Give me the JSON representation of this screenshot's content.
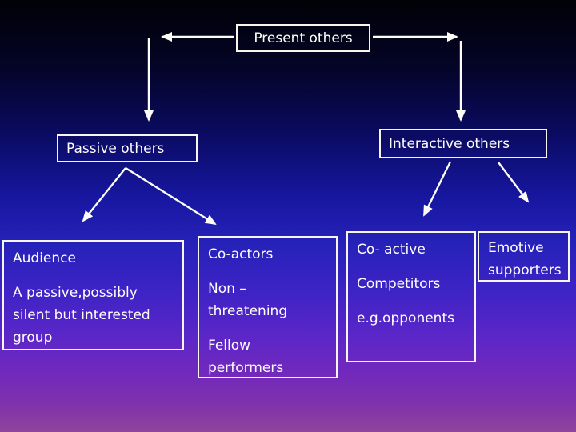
{
  "colors": {
    "background_top": "#010106",
    "background_mid_blue": "#16169e",
    "background_violet": "#5c26c8",
    "background_bottom": "#8f459b",
    "box_border": "#f8f5e9",
    "text": "#fffefa",
    "arrow": "#fdfdf6"
  },
  "diagram": {
    "root": {
      "label": "Present others"
    },
    "branch_left": {
      "label": "Passive others"
    },
    "branch_right": {
      "label": "Interactive others"
    },
    "audience": {
      "title": "Audience",
      "desc_lines": [
        "A passive,possibly",
        "silent but interested",
        "group"
      ]
    },
    "co_actors": {
      "title": "Co-actors",
      "para1_lines": [
        "Non –",
        "threatening"
      ],
      "para2_lines": [
        "Fellow",
        "performers"
      ]
    },
    "co_active": {
      "title": "Co- active",
      "para1": "Competitors",
      "para2": "e.g.opponents"
    },
    "emotive": {
      "lines": [
        "Emotive",
        "supporters"
      ]
    }
  }
}
